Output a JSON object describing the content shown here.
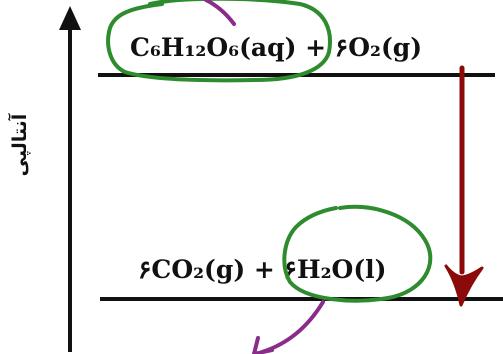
{
  "axis": {
    "label": "آنتالپی"
  },
  "reactants": {
    "label": "C₆H₁₂O₆(aq) + ۶O₂(g)"
  },
  "products": {
    "label": "۶CO₂(g) + ۶H₂O(l)"
  },
  "colors": {
    "text": "#111111",
    "level_line": "#111111",
    "enthalpy_arrow": "#8b0a0a",
    "circle": "#2e8b2e",
    "pointer": "#8a2d8a"
  }
}
